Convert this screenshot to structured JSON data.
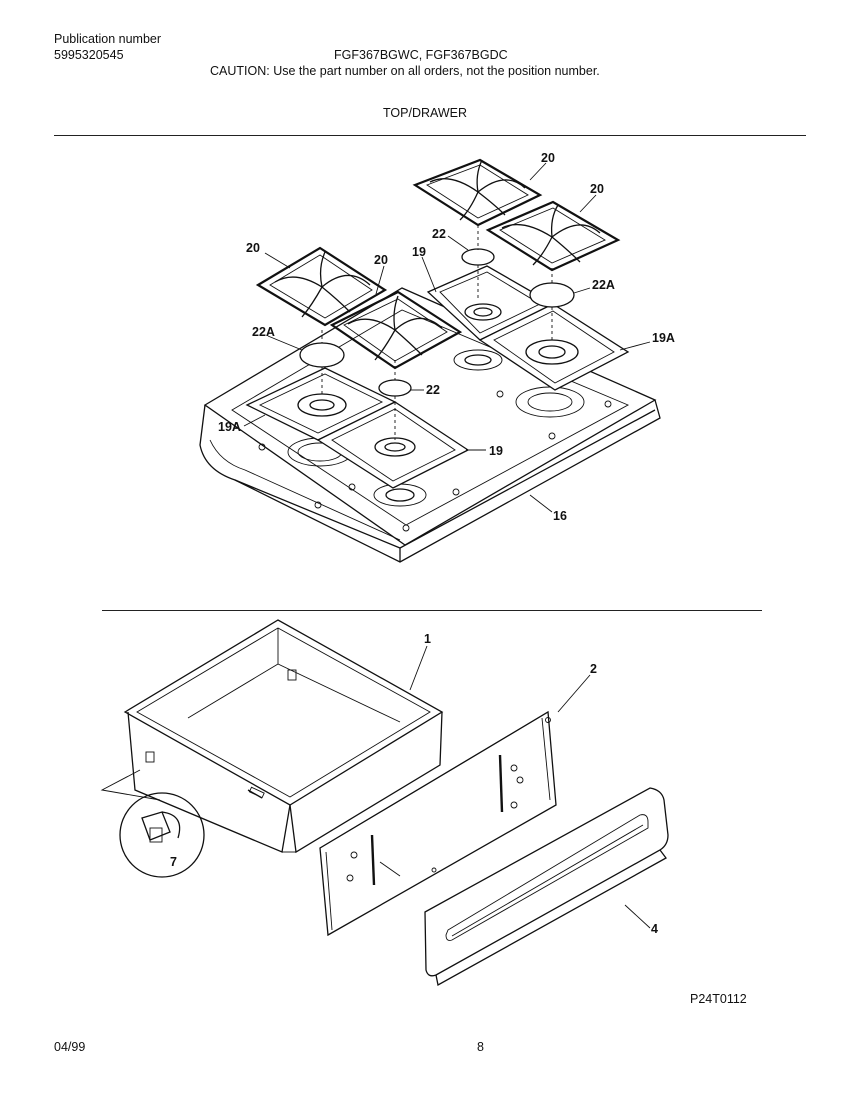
{
  "header": {
    "publication_label": "Publication number",
    "publication_number": "5995320545",
    "models": "FGF367BGWC, FGF367BGDC",
    "caution": "CAUTION:  Use the part number on all orders, not the position number.",
    "section_title": "TOP/DRAWER"
  },
  "callouts": {
    "grate_top_left": "20",
    "grate_top_right": "20",
    "grate_left": "20",
    "grate_center": "20",
    "burner_cap_small_rear": "22",
    "burner_cap_large_rear": "22A",
    "burner_cap_large_front": "22A",
    "burner_cap_small_front": "22",
    "drip_pan_rear_center": "19",
    "drip_pan_rear_right": "19A",
    "drip_pan_front_left": "19A",
    "drip_pan_front_right": "19",
    "cooktop": "16",
    "drawer_body": "1",
    "drawer_panel": "2",
    "drawer_front": "4",
    "drawer_glide": "7"
  },
  "footer": {
    "diagram_code": "P24T0112",
    "date": "04/99",
    "page_number": "8"
  }
}
